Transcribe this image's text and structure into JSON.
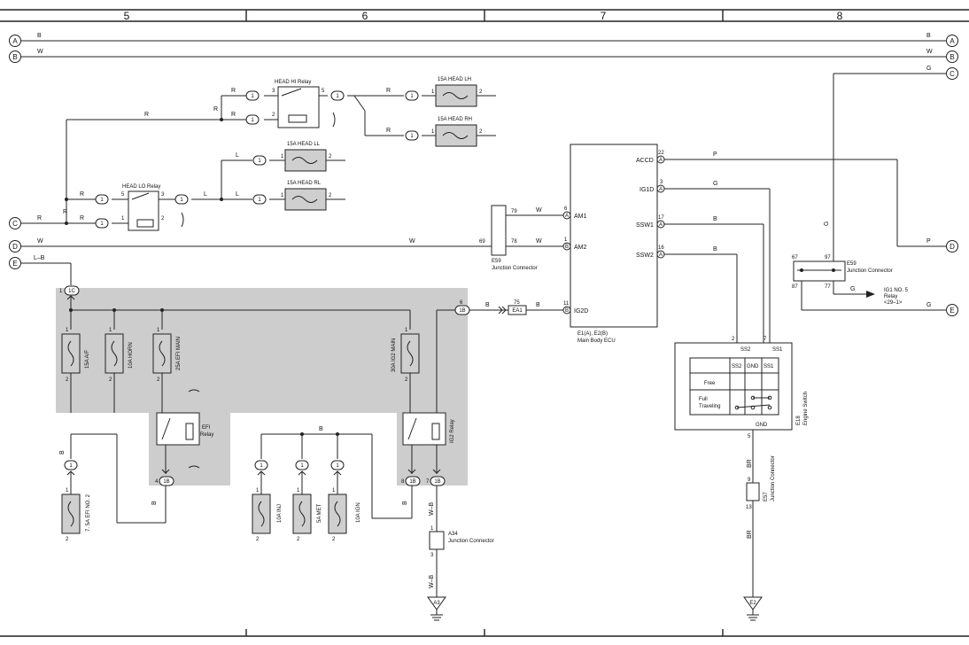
{
  "columns": [
    "5",
    "6",
    "7",
    "8"
  ],
  "connectors": {
    "A": "A",
    "B": "B",
    "C": "C",
    "D": "D",
    "E": "E"
  },
  "wires": {
    "B": "B",
    "W": "W",
    "R": "R",
    "L": "L",
    "G": "G",
    "P": "P",
    "LB": "L–B",
    "WB": "W–B",
    "BR": "BR"
  },
  "relays": {
    "head_hi": "HEAD HI Relay",
    "head_lo": "HEAD LO Relay",
    "efi": "EFI",
    "relay": "Relay",
    "ig2": "IG2 Relay"
  },
  "fuses": {
    "head_lh": "15A HEAD LH",
    "head_rh": "15A HEAD RH",
    "head_ll": "15A HEAD LL",
    "head_rl": "15A HEAD RL",
    "af": "15A A/F",
    "horn": "10A HORN",
    "efi_main": "25A EFI MAIN",
    "ig2_main": "30A IG2 MAIN",
    "efi_no2": "7. 5A EFI NO. 2",
    "inj": "10A INJ",
    "met": "5A MET",
    "ign": "10A IGN"
  },
  "junctions": {
    "e59": "E59",
    "jc": "Junction Connector",
    "a34": "A34",
    "e57": "E57"
  },
  "ecu": {
    "ref": "E1(A), E2(B)",
    "name": "Main Body ECU",
    "am1": "AM1",
    "am2": "AM2",
    "ig2d": "IG2D",
    "accd": "ACCD",
    "ig1d": "IG1D",
    "ssw1": "SSW1",
    "ssw2": "SSW2"
  },
  "connector_ea1": "EA1",
  "ig1_relay": {
    "line1": "IG1 NO. 5",
    "line2": "Relay",
    "line3": "<29–1>"
  },
  "engine_switch": {
    "ref": "E18",
    "name": "Engine Switch",
    "ss2": "SS2",
    "ss1": "SS1",
    "gnd": "GND",
    "free": "Free",
    "full1": "Full",
    "full2": "Traveling"
  },
  "grounds": {
    "a3": "A3",
    "e2": "E2"
  },
  "pins": {
    "p1": "1",
    "p2": "2",
    "p3": "3",
    "p4": "4",
    "p5": "5",
    "p6": "6",
    "p7": "7",
    "p8": "8",
    "p9": "9",
    "p11": "11",
    "p13": "13",
    "p16": "16",
    "p17": "17",
    "p22": "22",
    "p67": "67",
    "p69": "69",
    "p75": "75",
    "p77": "77",
    "p78": "78",
    "p79": "79",
    "p87": "87",
    "p97": "97"
  },
  "tags": {
    "t1": "1",
    "t1c": "1C",
    "t1b": "1B"
  },
  "pin_letters": {
    "a": "A",
    "b": "B"
  }
}
